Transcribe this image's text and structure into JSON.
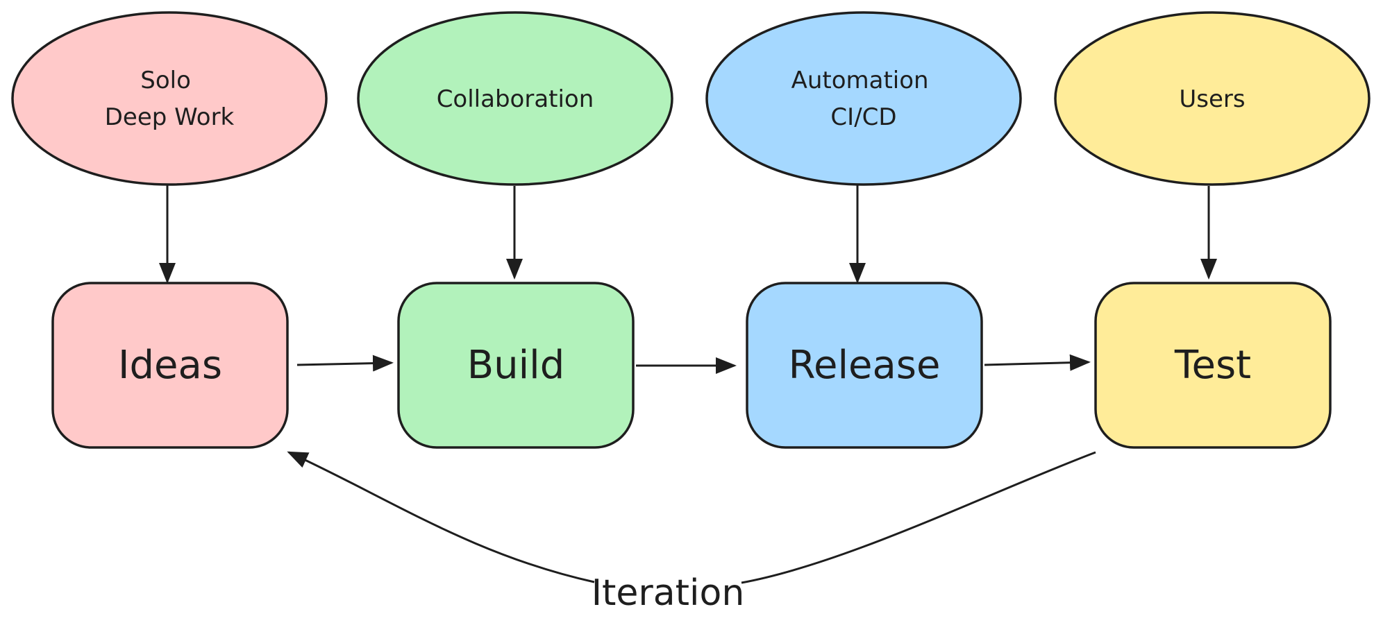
{
  "colors": {
    "pink": "#ffc9c9",
    "green": "#b2f2bb",
    "blue": "#a5d8ff",
    "yellow": "#ffec99",
    "stroke": "#1e1e1e"
  },
  "contexts": [
    {
      "id": "solo",
      "lines": [
        "Solo",
        "Deep Work"
      ],
      "color": "pink"
    },
    {
      "id": "collaboration",
      "lines": [
        "Collaboration"
      ],
      "color": "green"
    },
    {
      "id": "automation",
      "lines": [
        "Automation",
        "CI/CD"
      ],
      "color": "blue"
    },
    {
      "id": "users",
      "lines": [
        "Users"
      ],
      "color": "yellow"
    }
  ],
  "stages": [
    {
      "id": "ideas",
      "label": "Ideas",
      "color": "pink"
    },
    {
      "id": "build",
      "label": "Build",
      "color": "green"
    },
    {
      "id": "release",
      "label": "Release",
      "color": "blue"
    },
    {
      "id": "test",
      "label": "Test",
      "color": "yellow"
    }
  ],
  "loop": {
    "label": "Iteration",
    "from": "test",
    "to": "ideas"
  }
}
